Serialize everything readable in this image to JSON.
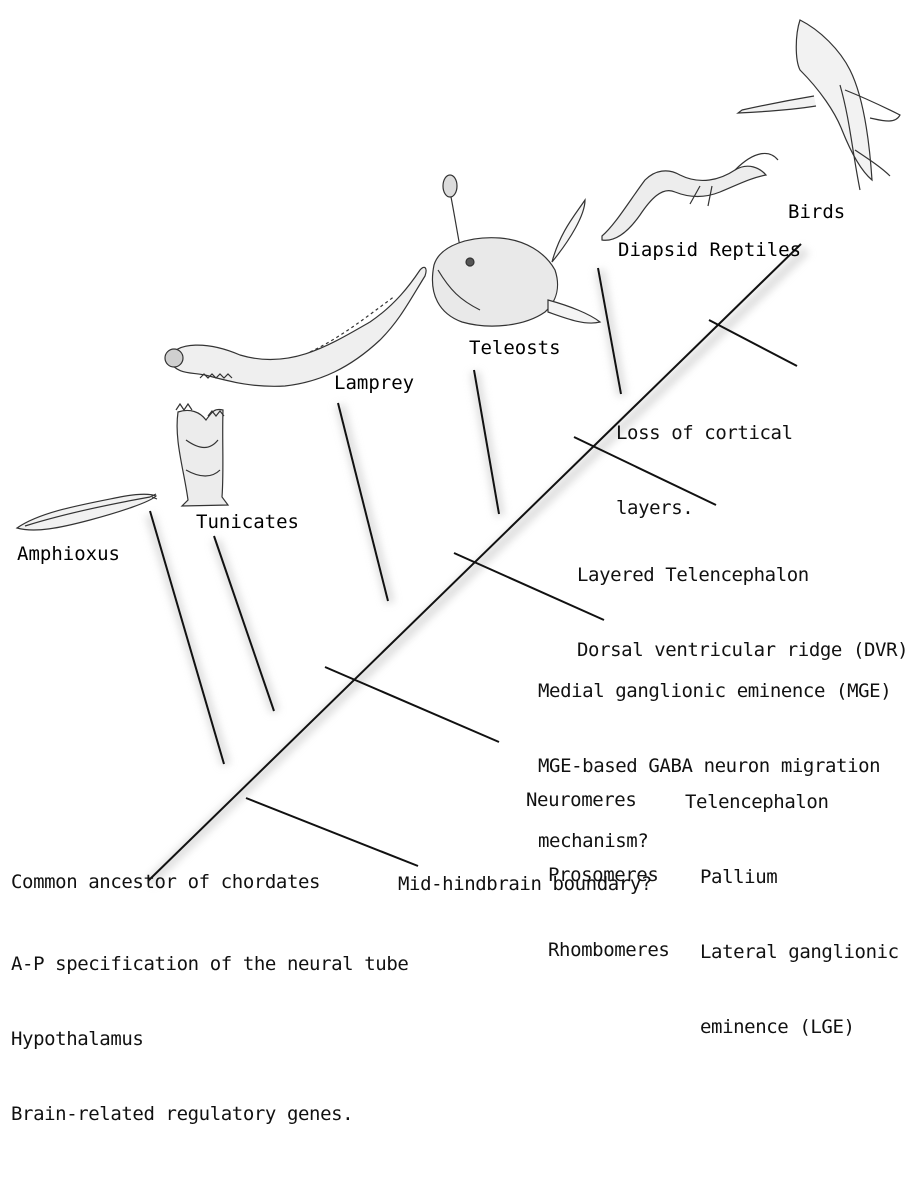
{
  "diagram": {
    "taxa": {
      "amphioxus": "Amphioxus",
      "tunicates": "Tunicates",
      "lamprey": "Lamprey",
      "teleosts": "Teleosts",
      "diapsid_reptiles": "Diapsid Reptiles",
      "birds": "Birds"
    },
    "root_label": "Common ancestor of chordates",
    "root_traits": [
      "A-P specification of the neural tube",
      "Hypothalamus",
      "Brain-related regulatory genes."
    ],
    "characters": {
      "mid_hindbrain": "Mid-hindbrain boundary?",
      "neuromeres": [
        "Neuromeres",
        "Prosomeres",
        "Rhombomeres"
      ],
      "telencephalon": [
        "Telencephalon",
        "Pallium",
        "Lateral ganglionic",
        "eminence (LGE)"
      ],
      "mge": [
        "Medial ganglionic eminence (MGE)",
        "MGE-based GABA neuron migration",
        "mechanism?"
      ],
      "layered": [
        "Layered Telencephalon",
        "Dorsal ventricular ridge (DVR)"
      ],
      "cortical": [
        "Loss of cortical",
        "layers."
      ]
    },
    "colors": {
      "line": "#111111",
      "shadow": "#cfcfcf"
    }
  }
}
